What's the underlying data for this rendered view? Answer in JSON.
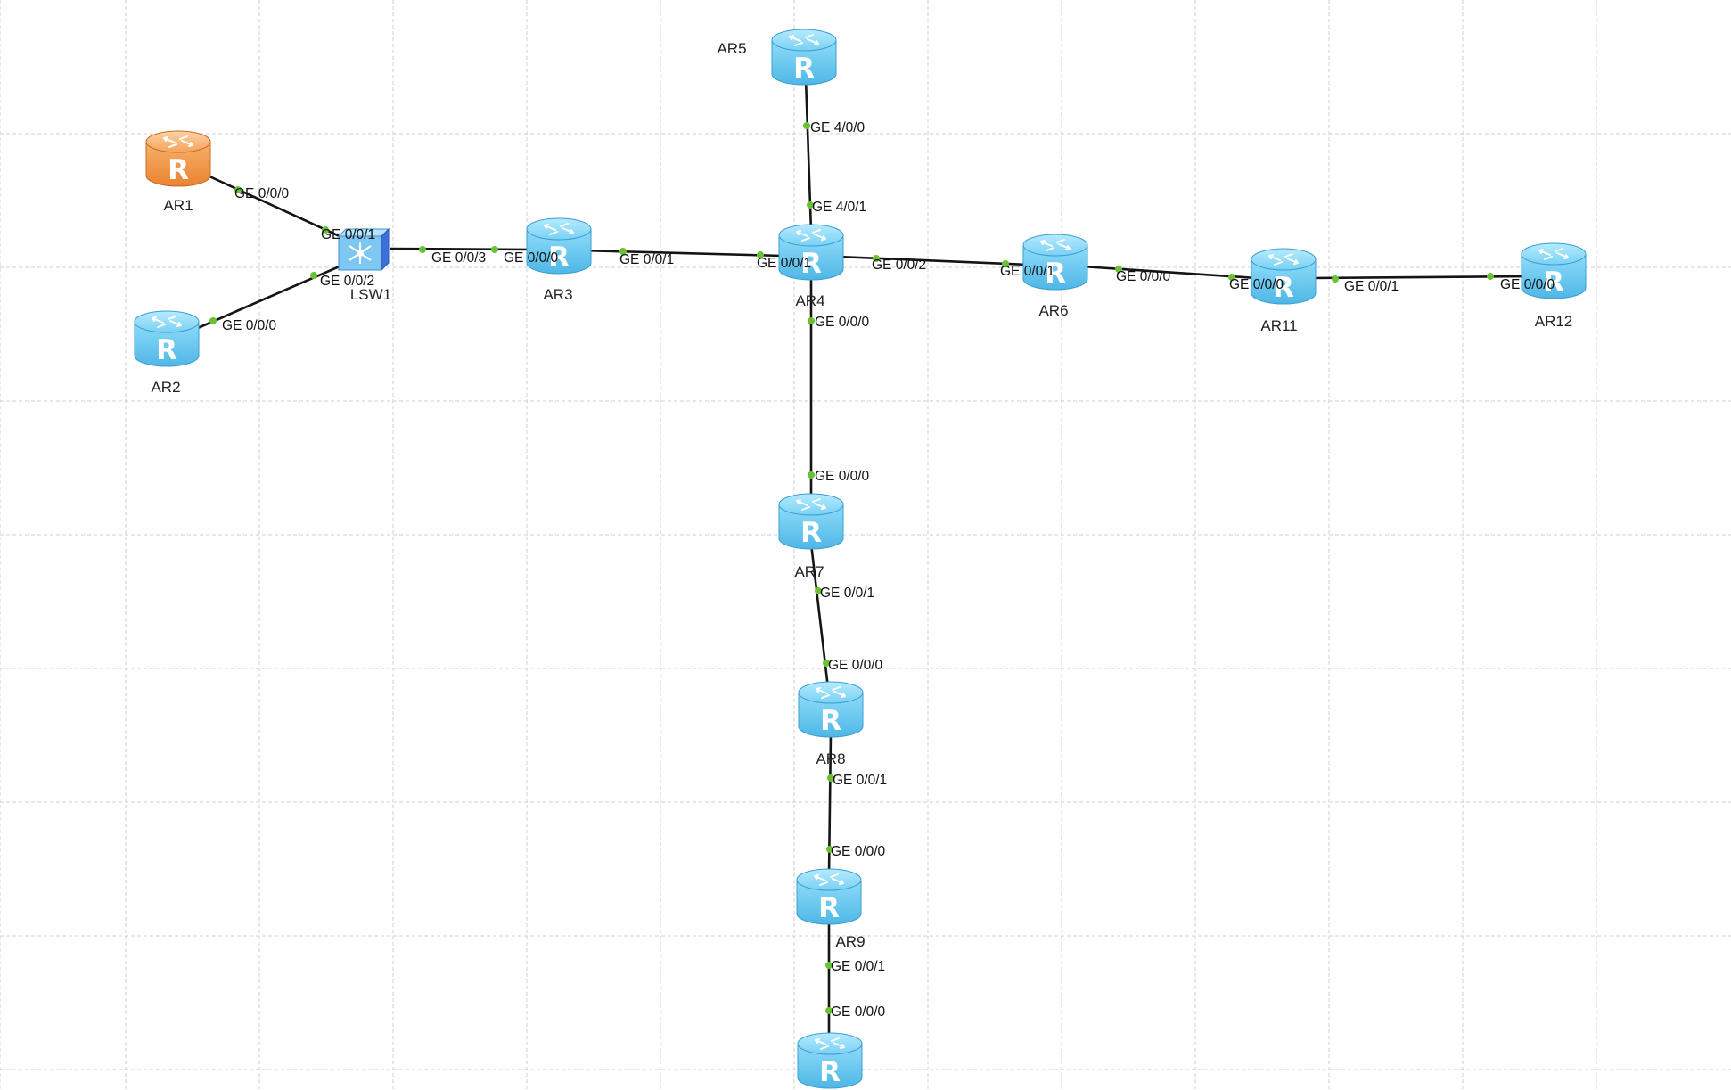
{
  "canvas": {
    "grid_visible": true,
    "colors": {
      "grid_line": "#cfcfcf",
      "link": "#141414",
      "port_dot": "#69c234",
      "router_blue": "#63c5ef",
      "router_orange": "#f19a4a",
      "switch_blue": "#5aa7e8"
    }
  },
  "devices": [
    {
      "id": "AR1",
      "label": "AR1",
      "type": "router",
      "color": "orange",
      "icon": "router-icon"
    },
    {
      "id": "AR2",
      "label": "AR2",
      "type": "router",
      "color": "blue",
      "icon": "router-icon"
    },
    {
      "id": "LSW1",
      "label": "LSW1",
      "type": "switch",
      "color": "blue",
      "icon": "switch-icon"
    },
    {
      "id": "AR3",
      "label": "AR3",
      "type": "router",
      "color": "blue",
      "icon": "router-icon"
    },
    {
      "id": "AR4",
      "label": "AR4",
      "type": "router",
      "color": "blue",
      "icon": "router-icon"
    },
    {
      "id": "AR5",
      "label": "AR5",
      "type": "router",
      "color": "blue",
      "icon": "router-icon"
    },
    {
      "id": "AR6",
      "label": "AR6",
      "type": "router",
      "color": "blue",
      "icon": "router-icon"
    },
    {
      "id": "AR11",
      "label": "AR11",
      "type": "router",
      "color": "blue",
      "icon": "router-icon"
    },
    {
      "id": "AR12",
      "label": "AR12",
      "type": "router",
      "color": "blue",
      "icon": "router-icon"
    },
    {
      "id": "AR7",
      "label": "AR7",
      "type": "router",
      "color": "blue",
      "icon": "router-icon"
    },
    {
      "id": "AR8",
      "label": "AR8",
      "type": "router",
      "color": "blue",
      "icon": "router-icon"
    },
    {
      "id": "AR9",
      "label": "AR9",
      "type": "router",
      "color": "blue",
      "icon": "router-icon"
    },
    {
      "id": "AR10",
      "label": "",
      "type": "router",
      "color": "blue",
      "icon": "router-icon"
    }
  ],
  "links": [
    {
      "id": "l1",
      "from": "AR1",
      "to": "LSW1",
      "from_port": "GE 0/0/0",
      "to_port": "GE 0/0/1"
    },
    {
      "id": "l2",
      "from": "AR2",
      "to": "LSW1",
      "from_port": "GE 0/0/0",
      "to_port": "GE 0/0/2"
    },
    {
      "id": "l3",
      "from": "LSW1",
      "to": "AR3",
      "from_port": "GE 0/0/3",
      "to_port": "GE 0/0/0"
    },
    {
      "id": "l4",
      "from": "AR3",
      "to": "AR4",
      "from_port": "GE 0/0/1",
      "to_port": "GE 0/0/1"
    },
    {
      "id": "l5",
      "from": "AR5",
      "to": "AR4",
      "from_port": "GE 4/0/0",
      "to_port": "GE 4/0/1"
    },
    {
      "id": "l6",
      "from": "AR4",
      "to": "AR6",
      "from_port": "GE 0/0/2",
      "to_port": "GE 0/0/1"
    },
    {
      "id": "l7",
      "from": "AR6",
      "to": "AR11",
      "from_port": "GE 0/0/0",
      "to_port": "GE 0/0/0"
    },
    {
      "id": "l8",
      "from": "AR11",
      "to": "AR12",
      "from_port": "GE 0/0/1",
      "to_port": "GE 0/0/0"
    },
    {
      "id": "l9",
      "from": "AR4",
      "to": "AR7",
      "from_port": "GE 0/0/0",
      "to_port": "GE 0/0/0"
    },
    {
      "id": "l10",
      "from": "AR7",
      "to": "AR8",
      "from_port": "GE 0/0/1",
      "to_port": "GE 0/0/0"
    },
    {
      "id": "l11",
      "from": "AR8",
      "to": "AR9",
      "from_port": "GE 0/0/1",
      "to_port": "GE 0/0/0"
    },
    {
      "id": "l12",
      "from": "AR9",
      "to": "AR10",
      "from_port": "GE 0/0/1",
      "to_port": "GE 0/0/0"
    }
  ]
}
